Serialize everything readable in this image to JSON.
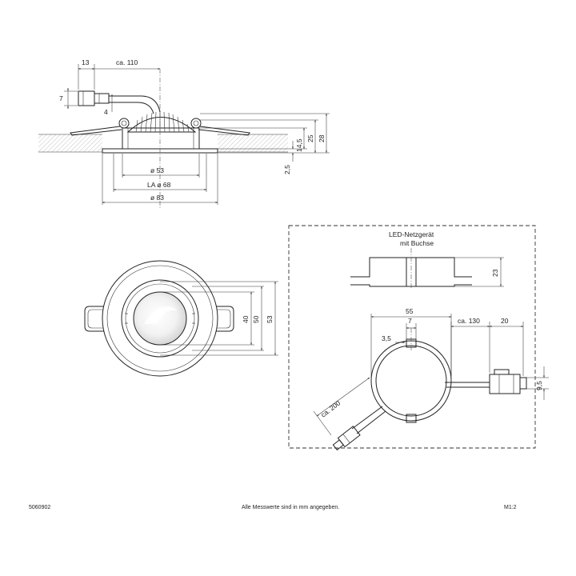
{
  "footer": {
    "article_number": "5060902",
    "note": "Alle Messwerte sind in mm angegeben.",
    "scale": "M1:2"
  },
  "side_view": {
    "plug_width": "13",
    "cable_length": "ca. 110",
    "plug_height": "7",
    "plug_offset": "4",
    "dim_14_5": "14,5",
    "dim_25": "25",
    "dim_28": "28",
    "dim_2_5": "2,5",
    "dia_53": "ø 53",
    "cutout": "LA ø 68",
    "dia_83": "ø 83"
  },
  "top_view": {
    "dim_40": "40",
    "dim_50": "50",
    "dim_53": "53"
  },
  "driver": {
    "title_line1": "LED-Netzgerät",
    "title_line2": "mit Buchse",
    "height": "23",
    "diameter": "55",
    "slot_width": "7",
    "slot_depth": "3,5",
    "cable_out": "ca. 130",
    "connector_length": "20",
    "connector_height": "9,5",
    "cable_in": "ca. 200"
  }
}
